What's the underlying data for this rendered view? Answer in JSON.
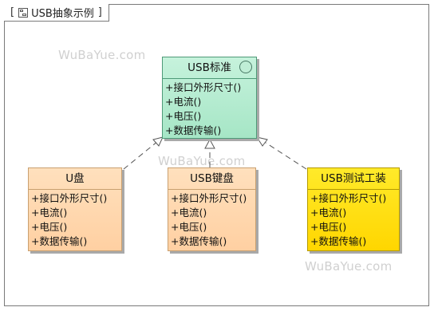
{
  "diagram": {
    "title": "USB抽象示例",
    "watermark": "WuBaYue.com",
    "interface": {
      "name": "USB标准",
      "operations": [
        "+接口外形尺寸()",
        "+电流()",
        "+电压()",
        "+数据传输()"
      ]
    },
    "implementations": [
      {
        "name": "U盘",
        "operations": [
          "+接口外形尺寸()",
          "+电流()",
          "+电压()",
          "+数据传输()"
        ]
      },
      {
        "name": "USB键盘",
        "operations": [
          "+接口外形尺寸()",
          "+电流()",
          "+电压()",
          "+数据传输()"
        ]
      },
      {
        "name": "USB测试工装",
        "operations": [
          "+接口外形尺寸()",
          "+电流()",
          "+电压()",
          "+数据传输()"
        ]
      }
    ],
    "colors": {
      "interface_fill": "#b4ebd0",
      "implementation_fill": "#ffd8b0",
      "highlight_fill": "#ffe000",
      "frame": "#7a7a7a"
    }
  }
}
